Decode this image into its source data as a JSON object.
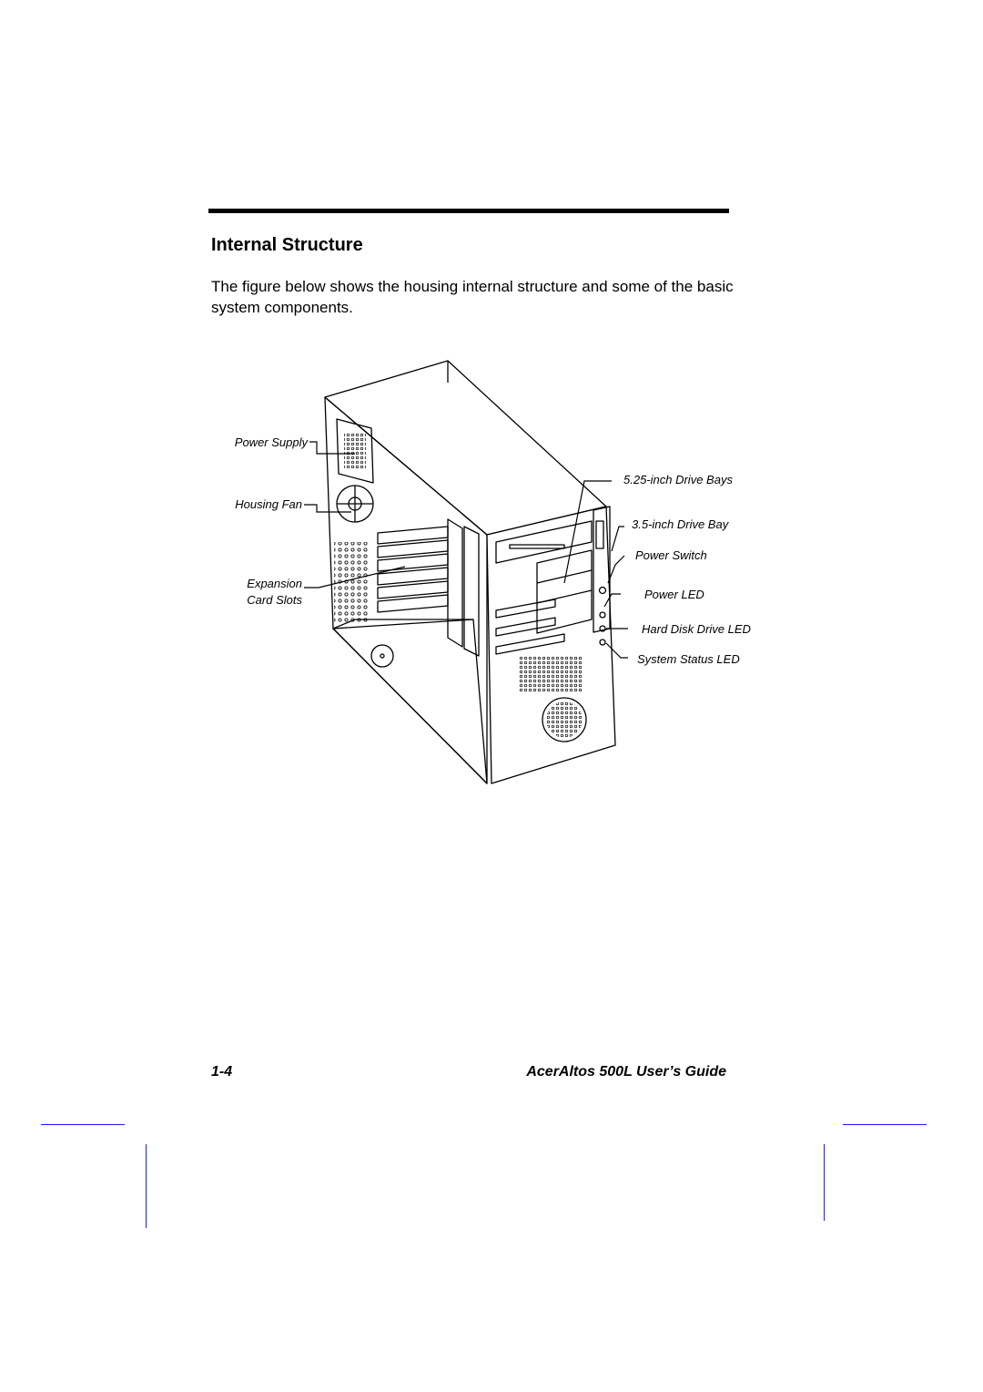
{
  "section": {
    "title": "Internal Structure",
    "intro": "The figure below shows the housing internal structure and some of the basic system components."
  },
  "figure": {
    "callouts": {
      "power_supply": "Power Supply",
      "housing_fan": "Housing Fan",
      "expansion_line1": "Expansion",
      "expansion_line2": "Card Slots",
      "drive_bays_525": "5.25-inch Drive Bays",
      "drive_bay_35": "3.5-inch Drive Bay",
      "power_switch": "Power Switch",
      "power_led": "Power LED",
      "hdd_led": "Hard Disk Drive LED",
      "status_led": "System Status LED"
    }
  },
  "footer": {
    "page_number": "1-4",
    "guide_title": "AcerAltos 500L User’s Guide"
  },
  "colors": {
    "crop_marks": "#1a1aff"
  }
}
